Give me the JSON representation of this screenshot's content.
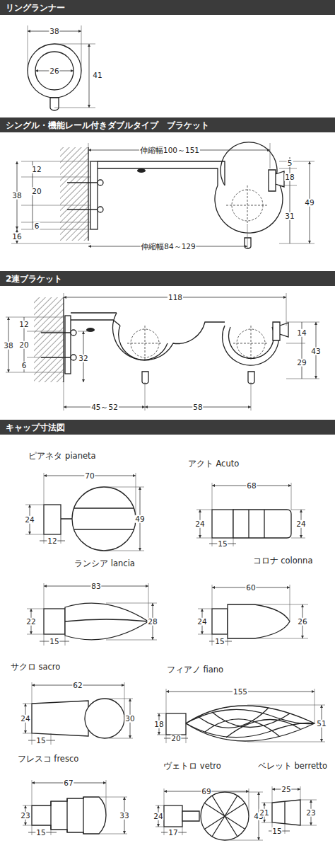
{
  "diagram": {
    "nodes": [
      {
        "text": [
          "リングランナー"
        ]
      },
      {
        "text": [
          "シングル・機能レール付きダブルタイプ　ブラケット"
        ]
      },
      {
        "text": [
          "2連ブラケット"
        ]
      },
      {
        "text": [
          "キャップ寸法図"
        ]
      }
    ],
    "labels": [
      "38",
      "26",
      "41",
      "伸縮幅100～151",
      "5",
      "12",
      "38",
      "20",
      "6",
      "16",
      "18",
      "49",
      "31",
      "伸縮幅84～129",
      "118",
      "12",
      "38",
      "20",
      "6",
      "32",
      "14",
      "43",
      "29",
      "45～52",
      "58",
      "ピアネタ pianeta",
      "70",
      "24",
      "49",
      "12",
      "アクト Acuto",
      "68",
      "24",
      "24",
      "15",
      "ランシア lancia",
      "83",
      "22",
      "28",
      "15",
      "コロナ colonna",
      "60",
      "24",
      "26",
      "15",
      "サクロ sacro",
      "62",
      "24",
      "30",
      "15",
      "フィアノ fiano",
      "155",
      "18",
      "51",
      "20",
      "フレスコ fresco",
      "67",
      "23",
      "33",
      "15",
      "ヴェトロ vetro",
      "69",
      "24",
      "43",
      "17",
      "ベレット berretto",
      "25",
      "21",
      "23",
      "15"
    ]
  }
}
